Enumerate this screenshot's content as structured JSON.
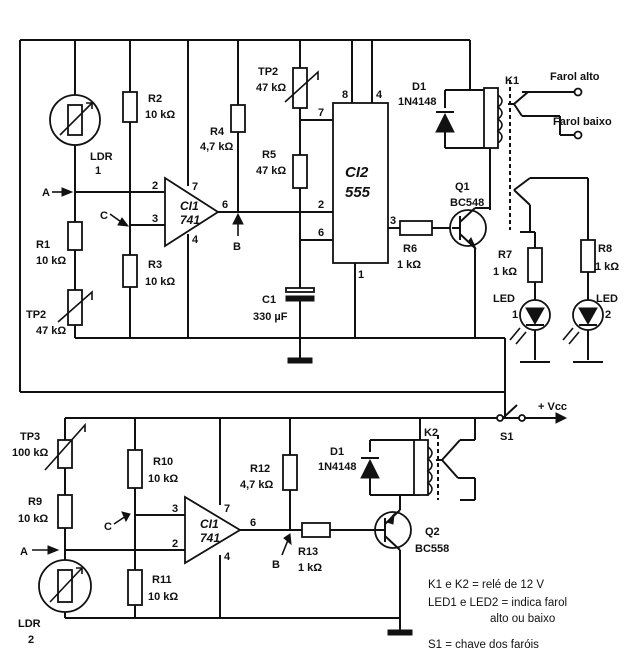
{
  "components": {
    "ldr1": {
      "name": "LDR",
      "num": "1"
    },
    "ldr2": {
      "name": "LDR",
      "num": "2"
    },
    "r1": {
      "ref": "R1",
      "value": "10 kΩ"
    },
    "r2": {
      "ref": "R2",
      "value": "10 kΩ"
    },
    "r3": {
      "ref": "R3",
      "value": "10 kΩ"
    },
    "r4": {
      "ref": "R4",
      "value": "4,7 kΩ"
    },
    "r5": {
      "ref": "R5",
      "value": "47 kΩ"
    },
    "r6": {
      "ref": "R6",
      "value": "1 kΩ"
    },
    "r7": {
      "ref": "R7",
      "value": "1 kΩ"
    },
    "r8": {
      "ref": "R8",
      "value": "1 kΩ"
    },
    "r9": {
      "ref": "R9",
      "value": "10 kΩ"
    },
    "r10": {
      "ref": "R10",
      "value": "10 kΩ"
    },
    "r11": {
      "ref": "R11",
      "value": "10 kΩ"
    },
    "r12": {
      "ref": "R12",
      "value": "4,7 kΩ"
    },
    "r13": {
      "ref": "R13",
      "value": "1 kΩ"
    },
    "tp2a": {
      "ref": "TP2",
      "value": "47 kΩ"
    },
    "tp2b": {
      "ref": "TP2",
      "value": "47 kΩ"
    },
    "tp3": {
      "ref": "TP3",
      "value": "100 kΩ"
    },
    "c1": {
      "ref": "C1",
      "value": "330 µF"
    },
    "ci1a": {
      "ref": "CI1",
      "part": "741"
    },
    "ci1b": {
      "ref": "CI1",
      "part": "741"
    },
    "ci2": {
      "ref": "CI2",
      "part": "555"
    },
    "d1a": {
      "ref": "D1",
      "part": "1N4148"
    },
    "d1b": {
      "ref": "D1",
      "part": "1N4148"
    },
    "q1": {
      "ref": "Q1",
      "part": "BC548"
    },
    "q2": {
      "ref": "Q2",
      "part": "BC558"
    },
    "k1": {
      "ref": "K1"
    },
    "k2": {
      "ref": "K2"
    },
    "s1": {
      "ref": "S1"
    },
    "led1": {
      "name": "LED",
      "num": "1"
    },
    "led2": {
      "name": "LED",
      "num": "2"
    }
  },
  "pins": {
    "op_top_2": "2",
    "op_top_3": "3",
    "op_top_7": "7",
    "op_top_6": "6",
    "op_top_4": "4",
    "ic555_8": "8",
    "ic555_4": "4",
    "ic555_7": "7",
    "ic555_2": "2",
    "ic555_6": "6",
    "ic555_3": "3",
    "ic555_1": "1",
    "op_bot_3": "3",
    "op_bot_2": "2",
    "op_bot_7": "7",
    "op_bot_6": "6",
    "op_bot_4": "4"
  },
  "nodes": {
    "a_top": "A",
    "c_top": "C",
    "b_top": "B",
    "a_bot": "A",
    "c_bot": "C",
    "b_bot": "B"
  },
  "outputs": {
    "farol_alto": "Farol alto",
    "farol_baixo": "Farol baixo",
    "vcc": "+ Vcc"
  },
  "notes": {
    "line1": "K1 e K2 = relé de 12 V",
    "line2": "LED1 e LED2 = indica farol",
    "line3": "alto ou baixo",
    "line4": "S1 = chave dos faróis"
  }
}
